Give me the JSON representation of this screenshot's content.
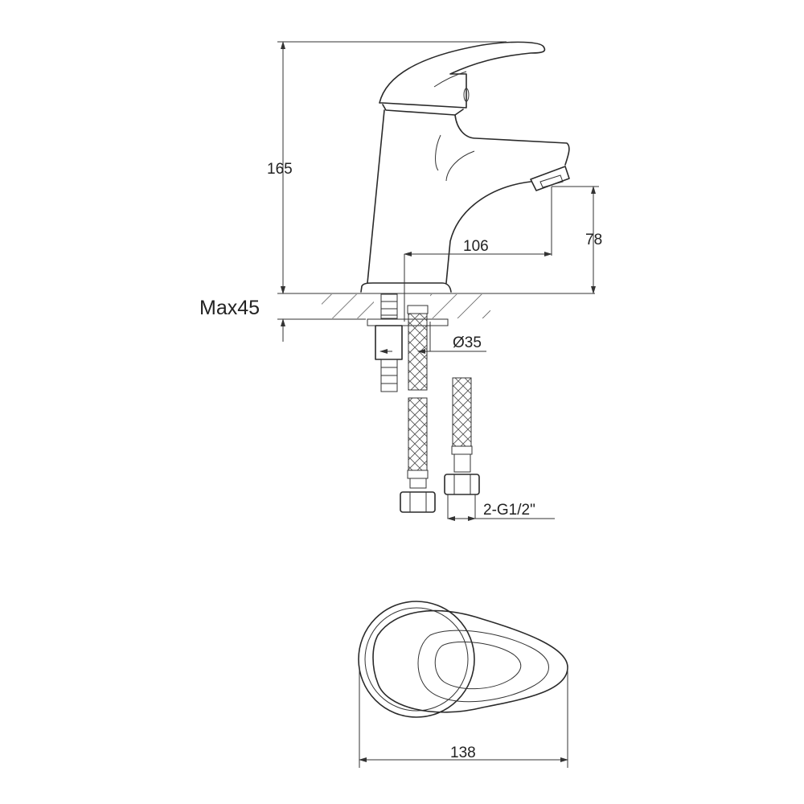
{
  "dimensions": {
    "height": "165",
    "spout_height": "78",
    "spout_reach": "106",
    "max_counter_thickness": "Max45",
    "hole_diameter": "Ø35",
    "connection": "2-G1/2\"",
    "top_length": "138"
  }
}
